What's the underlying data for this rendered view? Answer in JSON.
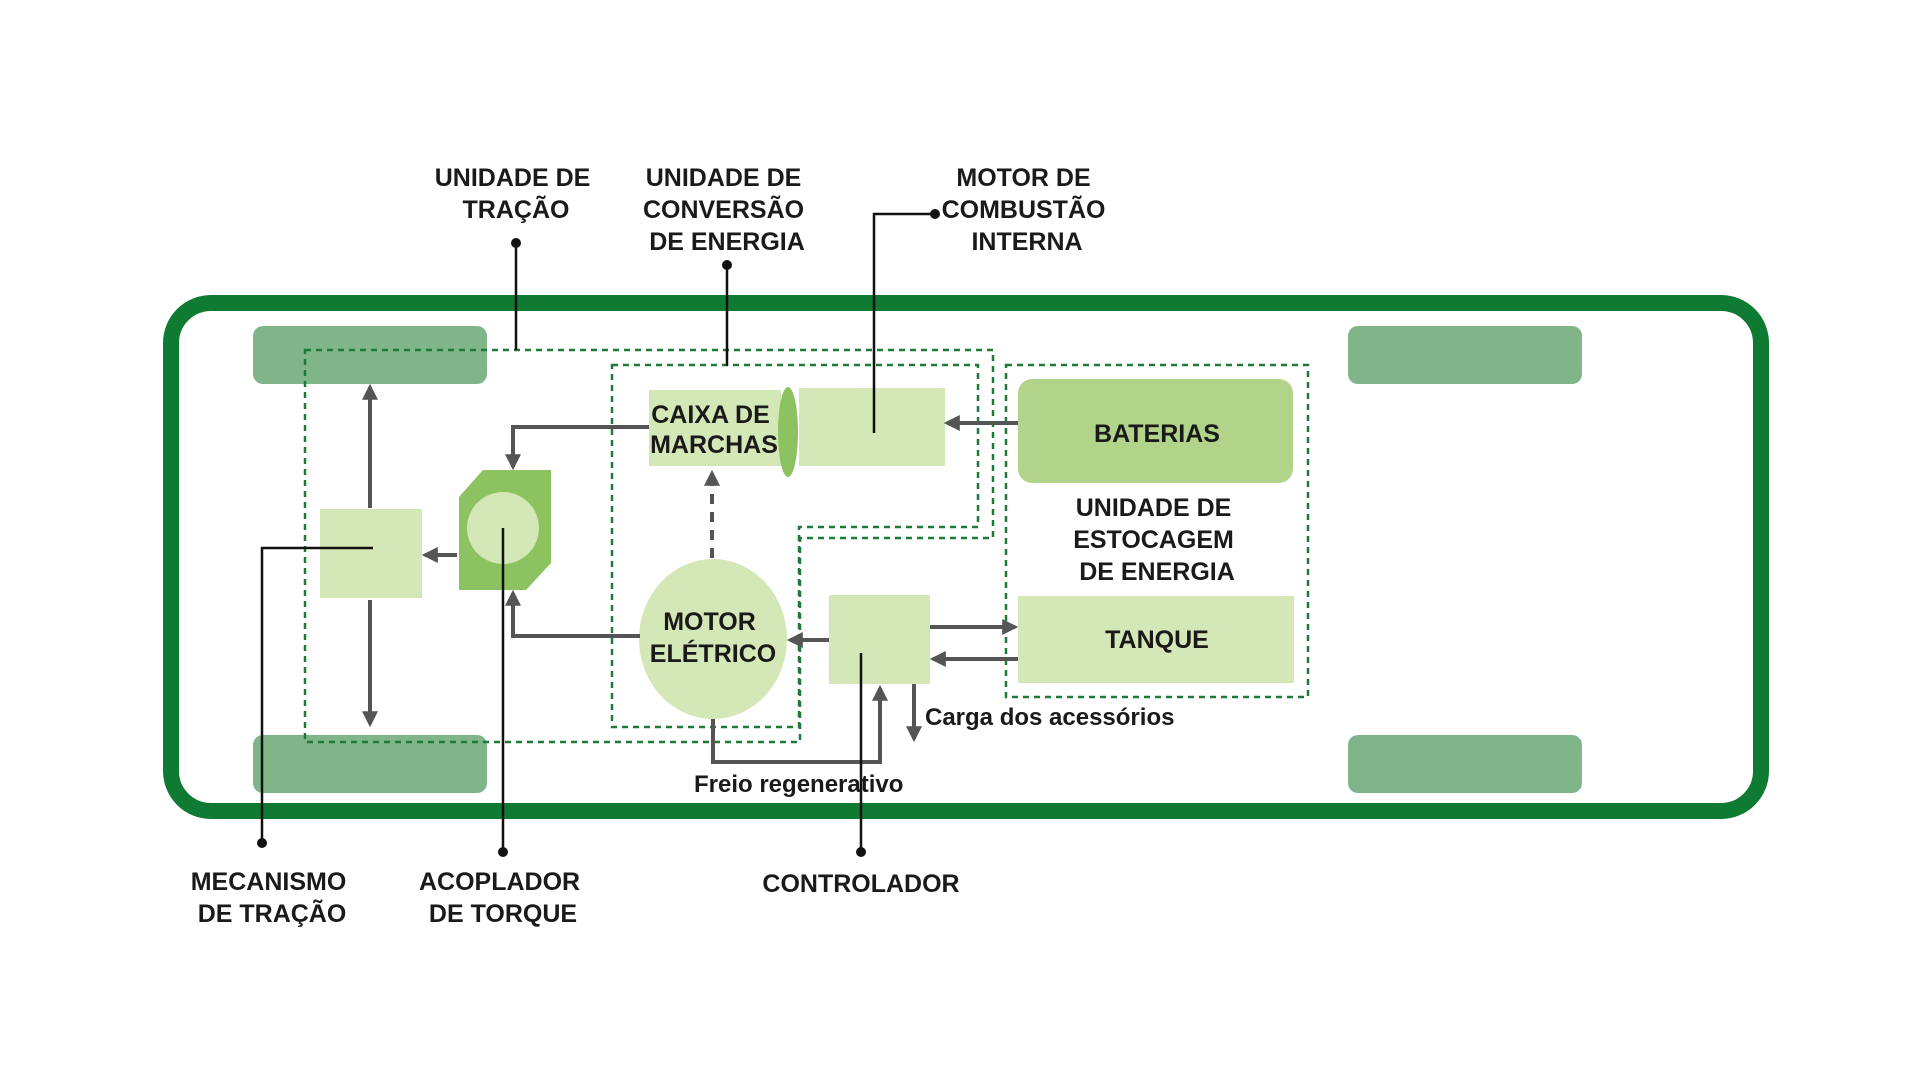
{
  "colors": {
    "chassis": "#0f7a32",
    "wheel": "#80b58a",
    "block_light": "#d4e7b6",
    "block_mid": "#b1d48a",
    "block_dark": "#8cc260",
    "arrow": "#555555",
    "dashed": "#1f7a3a"
  },
  "labels": {
    "traction_unit": [
      "UNIDADE DE",
      "TRAÇÃO"
    ],
    "conversion_unit": [
      "UNIDADE DE",
      "CONVERSÃO",
      "DE ENERGIA"
    ],
    "ice": [
      "MOTOR DE",
      "COMBUSTÃO",
      "INTERNA"
    ],
    "storage_unit": [
      "UNIDADE DE",
      "ESTOCAGEM",
      "DE ENERGIA"
    ],
    "traction_mechanism": [
      "MECANISMO",
      "DE TRAÇÃO"
    ],
    "torque_coupler": [
      "ACOPLADOR",
      "DE TORQUE"
    ],
    "controller": "CONTROLADOR"
  },
  "blocks": {
    "gearbox": [
      "CAIXA DE",
      "MARCHAS"
    ],
    "electric_motor": [
      "MOTOR",
      "ELÉTRICO"
    ],
    "batteries": "BATERIAS",
    "tank": "TANQUE"
  },
  "annotations": {
    "accessory_load": "Carga dos acessórios",
    "regen_brake": "Freio regenerativo"
  }
}
